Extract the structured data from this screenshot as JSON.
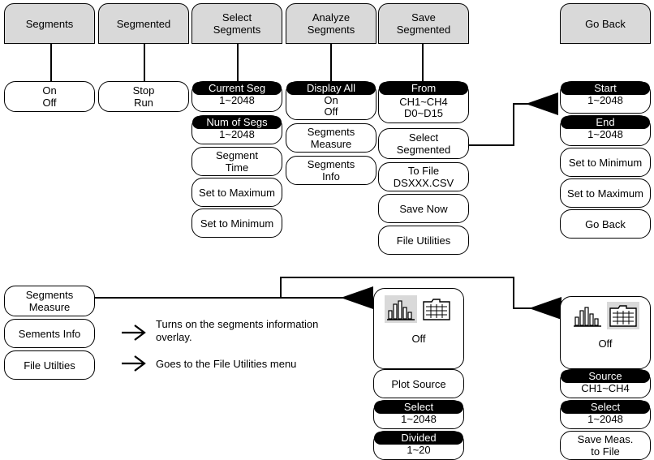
{
  "tabs": [
    {
      "label": "Segments"
    },
    {
      "label": "Segmented"
    },
    {
      "label": "Select\nSegments"
    },
    {
      "label": "Analyze\nSegments"
    },
    {
      "label": "Save\nSegmented"
    },
    {
      "label": "Go Back"
    }
  ],
  "level1": {
    "on_off": {
      "line1": "On",
      "line2": "Off"
    },
    "stop_run": {
      "line1": "Stop",
      "line2": "Run"
    },
    "current_seg": {
      "title": "Current Seg",
      "value": "1~2048"
    },
    "num_of_segs": {
      "title": "Num of Segs",
      "value": "1~2048"
    },
    "segment_time": {
      "label": "Segment\nTime"
    },
    "set_to_maximum": {
      "label": "Set to Maximum"
    },
    "set_to_minimum": {
      "label": "Set to Minimum"
    },
    "display_all": {
      "title": "Display All",
      "line1": "On",
      "line2": "Off"
    },
    "segments_measure": {
      "label": "Segments\nMeasure"
    },
    "segments_info": {
      "label": "Segments\nInfo"
    },
    "from": {
      "title": "From",
      "line1": "CH1~CH4",
      "line2": "D0~D15"
    },
    "select_segmented": {
      "label": "Select\nSegmented"
    },
    "to_file": {
      "line1": "To File",
      "line2": "DSXXX.CSV"
    },
    "save_now": {
      "label": "Save Now"
    },
    "file_utilities": {
      "label": "File Utilities"
    }
  },
  "right_menu": {
    "start": {
      "title": "Start",
      "value": "1~2048"
    },
    "end": {
      "title": "End",
      "value": "1~2048"
    },
    "set_to_minimum": {
      "label": "Set to Minimum"
    },
    "set_to_maximum": {
      "label": "Set to Maximum"
    },
    "go_back": {
      "label": "Go Back"
    }
  },
  "lower_left": {
    "segments_measure": {
      "label": "Segments\nMeasure"
    },
    "sements_info": {
      "label": "Sements Info"
    },
    "file_utilities": {
      "label": "File Utilties"
    },
    "note_info": "Turns on the segments information\noverlay.",
    "note_file": "Goes to the File Utilities menu"
  },
  "middle_menu": {
    "mode_off": "Off",
    "plot_source": "Plot Source",
    "select": {
      "title": "Select",
      "value": "1~2048"
    },
    "divided": {
      "title": "Divided",
      "value": "1~20"
    }
  },
  "far_right_menu": {
    "mode_off": "Off",
    "source": {
      "title": "Source",
      "value": "CH1~CH4"
    },
    "select": {
      "title": "Select",
      "value": "1~2048"
    },
    "save_meas": {
      "label": "Save Meas.\nto File"
    }
  },
  "icons": [
    "histogram-icon",
    "table-icon"
  ]
}
